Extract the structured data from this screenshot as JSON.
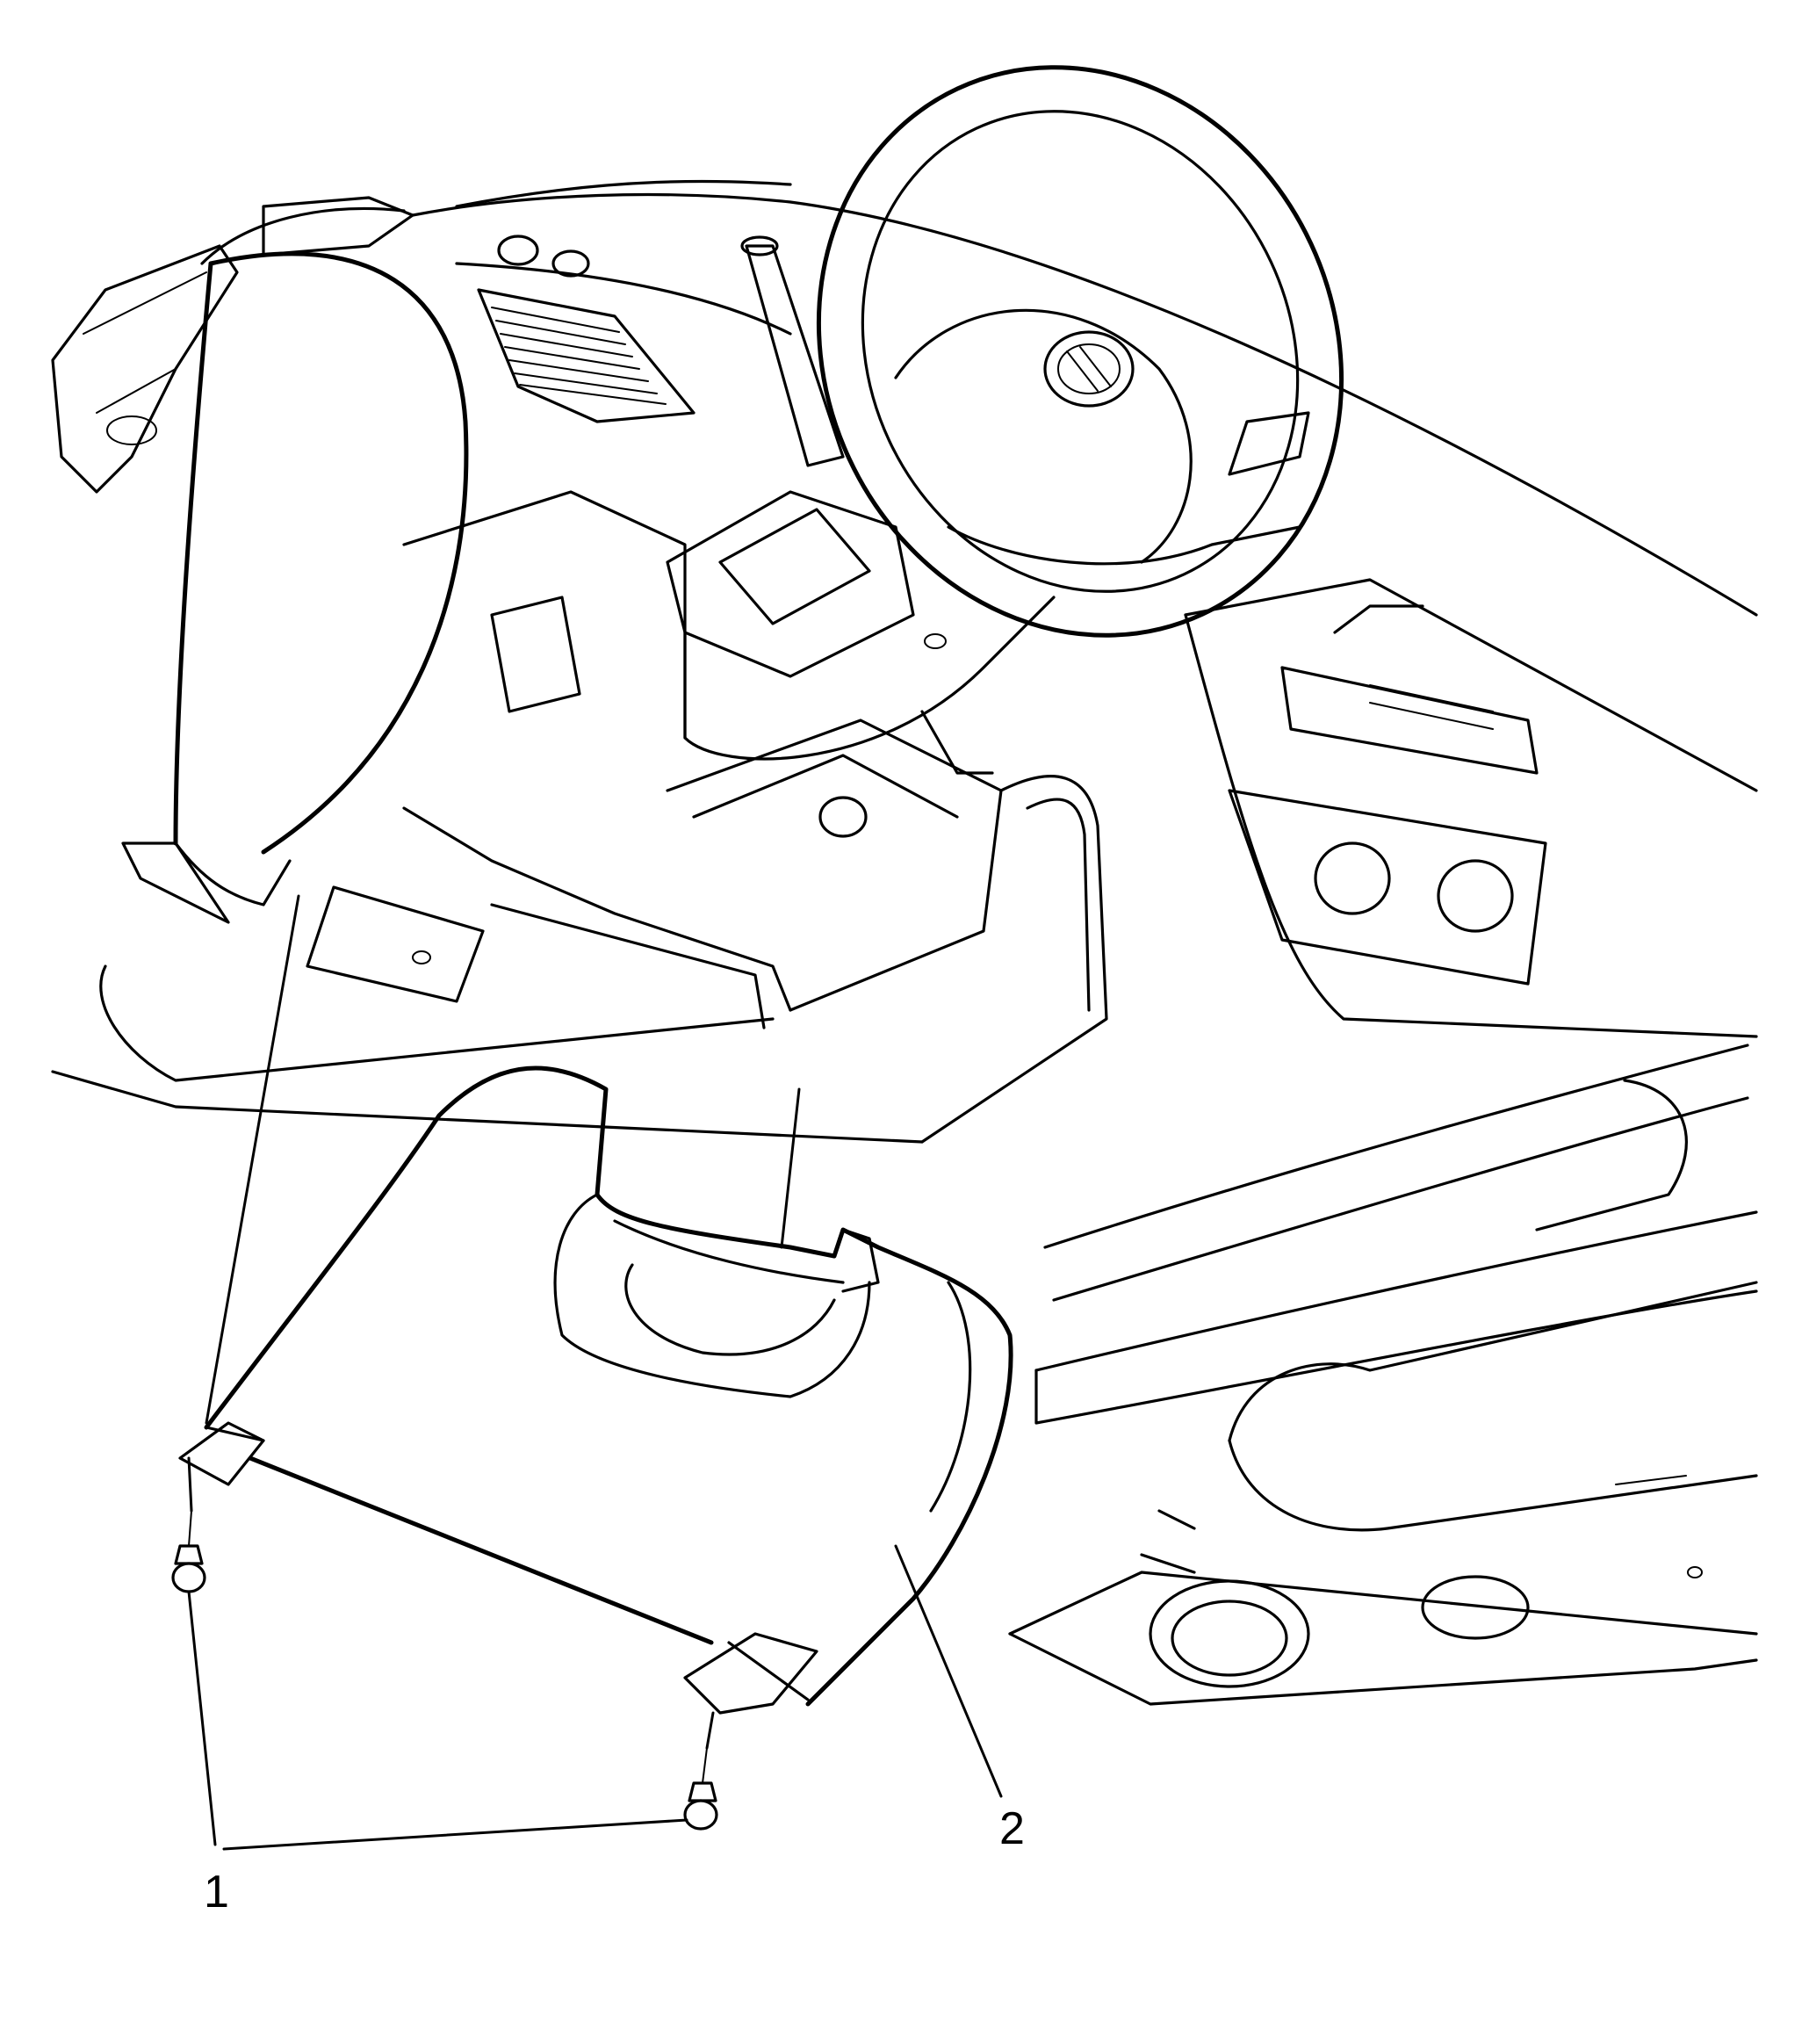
{
  "callouts": [
    {
      "id": "1",
      "label": "1"
    },
    {
      "id": "2",
      "label": "2"
    }
  ],
  "colors": {
    "line": "#000000",
    "background": "#ffffff"
  },
  "icons": [
    "fastener-bolt-icon",
    "steering-wheel-icon",
    "brand-emblem-icon"
  ]
}
